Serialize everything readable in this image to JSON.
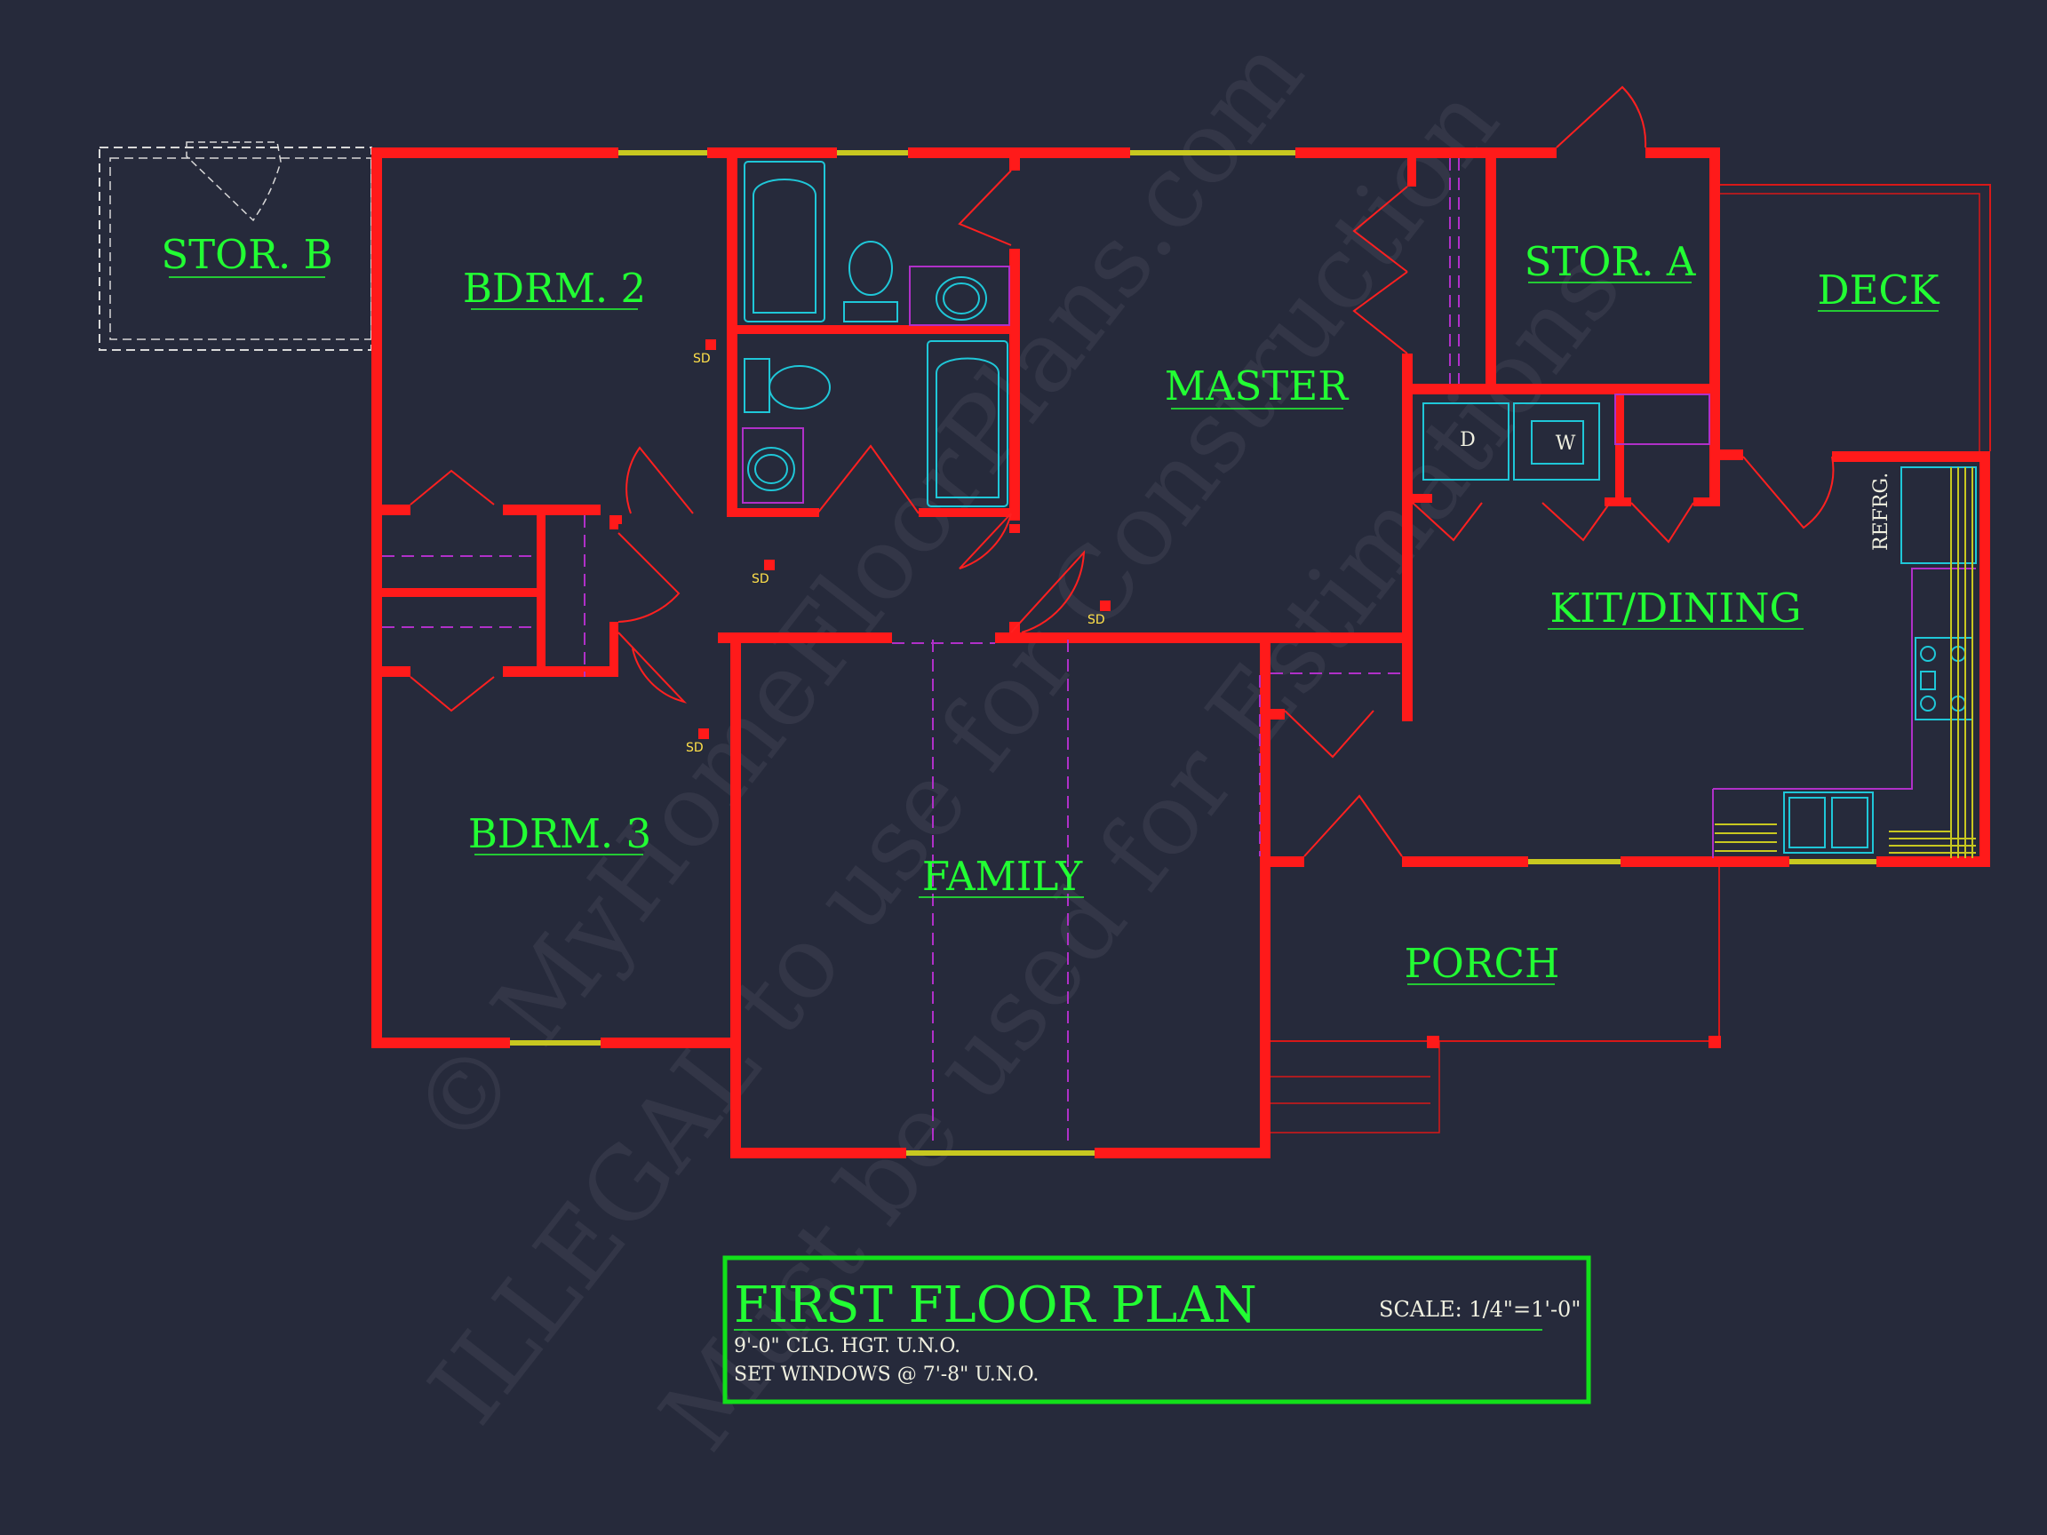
{
  "rooms": {
    "stor_b": "STOR. B",
    "bdrm2": "BDRM. 2",
    "master": "MASTER",
    "stor_a": "STOR. A",
    "deck": "DECK",
    "kit_dining": "KIT/DINING",
    "bdrm3": "BDRM. 3",
    "family": "FAMILY",
    "porch": "PORCH"
  },
  "labels": {
    "dryer": "D",
    "washer": "W",
    "refrigerator": "REFRG.",
    "smoke_detector": "SD"
  },
  "title_block": {
    "title": "FIRST FLOOR PLAN",
    "scale": "SCALE: 1/4\"=1'-0\"",
    "note1": "9'-0\" CLG. HGT. U.N.O.",
    "note2": "SET WINDOWS @ 7'-8\" U.N.O."
  },
  "watermark": {
    "line1": "© MyHomeFloorPlans.com",
    "line2": "ILLEGAL to use for Construction",
    "line3": "Must be used for Estimations"
  },
  "colors": {
    "background": "#262a3b",
    "walls": "#ff1a1a",
    "room_labels": "#22ff33",
    "fixtures": "#1fc7d8",
    "title_border": "#12e01a"
  }
}
